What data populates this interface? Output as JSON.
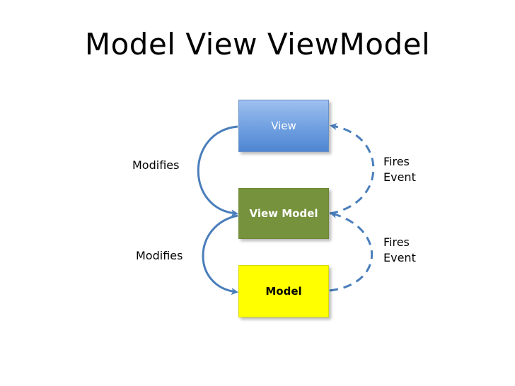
{
  "title": "Model View ViewModel",
  "nodes": {
    "view": "View",
    "view_model": "View Model",
    "model": "Model"
  },
  "edges": {
    "modifies_top": "Modifies",
    "modifies_bottom": "Modifies",
    "fires_event_top": [
      "Fires",
      "Event"
    ],
    "fires_event_bottom": [
      "Fires",
      "Event"
    ]
  },
  "colors": {
    "view_fill": "#6f9fe0",
    "view_model_fill": "#76923c",
    "model_fill": "#ffff00",
    "arrow": "#4a7ebb"
  }
}
